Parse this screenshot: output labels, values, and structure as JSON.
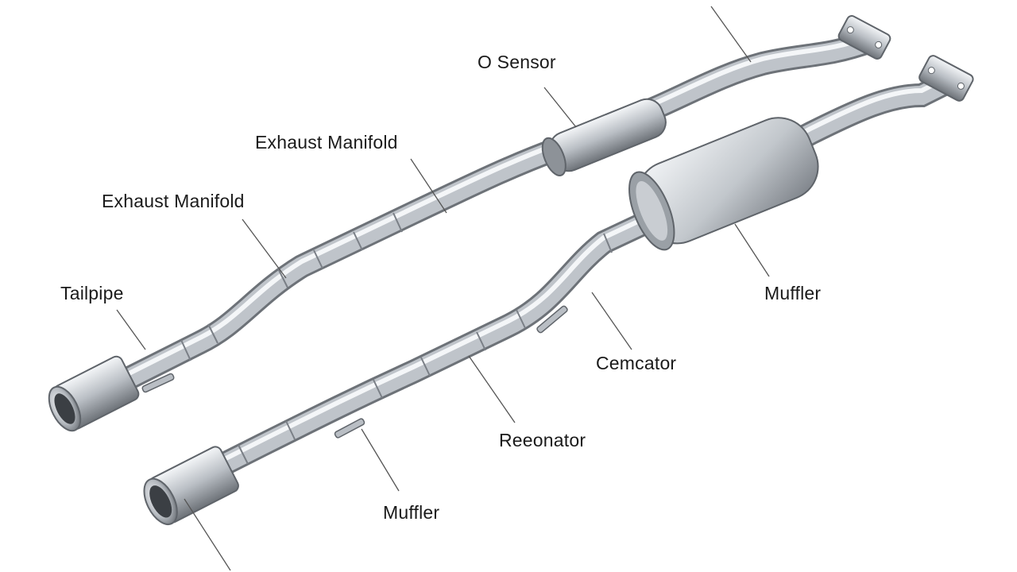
{
  "labels": {
    "o_sensor": "O Sensor",
    "exhaust_manifold_upper": "Exhaust Manifold",
    "exhaust_manifold_lower": "Exhaust Manifold",
    "tailpipe": "Tailpipe",
    "muffler_right": "Muffler",
    "converter": "Cemcator",
    "resonator": "Reeonator",
    "muffler_bottom": "Muffler"
  },
  "colors": {
    "background": "#ffffff",
    "pipe_dark": "#6d7278",
    "pipe_mid": "#b9bec4",
    "pipe_light": "#f2f4f6",
    "leader_line": "#555555",
    "label_text": "#1a1a1a"
  }
}
